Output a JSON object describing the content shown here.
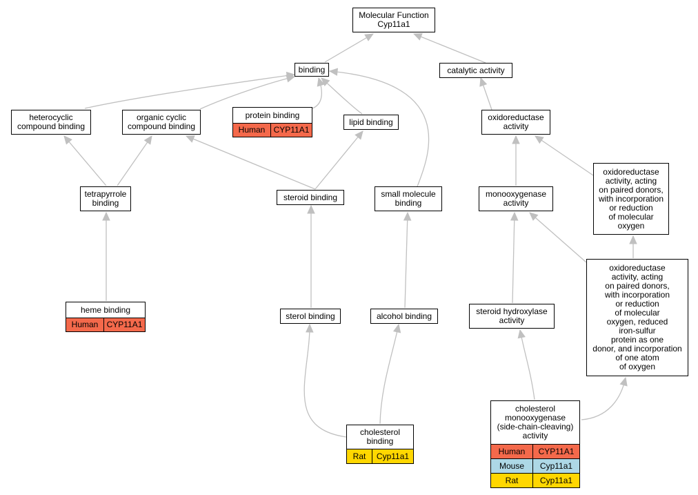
{
  "colors": {
    "edge": "#c0c0c0",
    "human": "#f4694b",
    "mouse": "#add8e6",
    "rat": "#ffd700"
  },
  "nodes": {
    "mf": {
      "label": "Molecular Function\nCyp11a1"
    },
    "binding": {
      "label": "binding"
    },
    "catalytic": {
      "label": "catalytic activity"
    },
    "hetero": {
      "label": "heterocyclic\ncompound binding"
    },
    "orgcyc": {
      "label": "organic cyclic\ncompound binding"
    },
    "protein": {
      "label": "protein binding",
      "annotations": [
        {
          "species": "Human",
          "gene": "CYP11A1",
          "color": "#f4694b"
        }
      ]
    },
    "lipid": {
      "label": "lipid binding"
    },
    "oxido": {
      "label": "oxidoreductase\nactivity"
    },
    "tetra": {
      "label": "tetrapyrrole\nbinding"
    },
    "steroid": {
      "label": "steroid binding"
    },
    "smallmol": {
      "label": "small molecule\nbinding"
    },
    "monoox": {
      "label": "monooxygenase\nactivity"
    },
    "oxpaired": {
      "label": "oxidoreductase\nactivity, acting\non paired donors,\nwith incorporation\nor reduction\nof molecular\noxygen"
    },
    "heme": {
      "label": "heme binding",
      "annotations": [
        {
          "species": "Human",
          "gene": "CYP11A1",
          "color": "#f4694b"
        }
      ]
    },
    "sterol": {
      "label": "sterol binding"
    },
    "alcohol": {
      "label": "alcohol binding"
    },
    "sthydrox": {
      "label": "steroid hydroxylase\nactivity"
    },
    "oxironsulfur": {
      "label": "oxidoreductase\nactivity, acting\non paired donors,\nwith incorporation\nor reduction\nof molecular\noxygen, reduced\niron-sulfur\nprotein as one\ndonor, and incorporation\nof one atom\nof oxygen"
    },
    "cholbind": {
      "label": "cholesterol\nbinding",
      "annotations": [
        {
          "species": "Rat",
          "gene": "Cyp11a1",
          "color": "#ffd700"
        }
      ]
    },
    "cholmono": {
      "label": "cholesterol\nmonooxygenase\n(side-chain-cleaving)\nactivity",
      "annotations": [
        {
          "species": "Human",
          "gene": "CYP11A1",
          "color": "#f4694b"
        },
        {
          "species": "Mouse",
          "gene": "Cyp11a1",
          "color": "#add8e6"
        },
        {
          "species": "Rat",
          "gene": "Cyp11a1",
          "color": "#ffd700"
        }
      ]
    }
  }
}
